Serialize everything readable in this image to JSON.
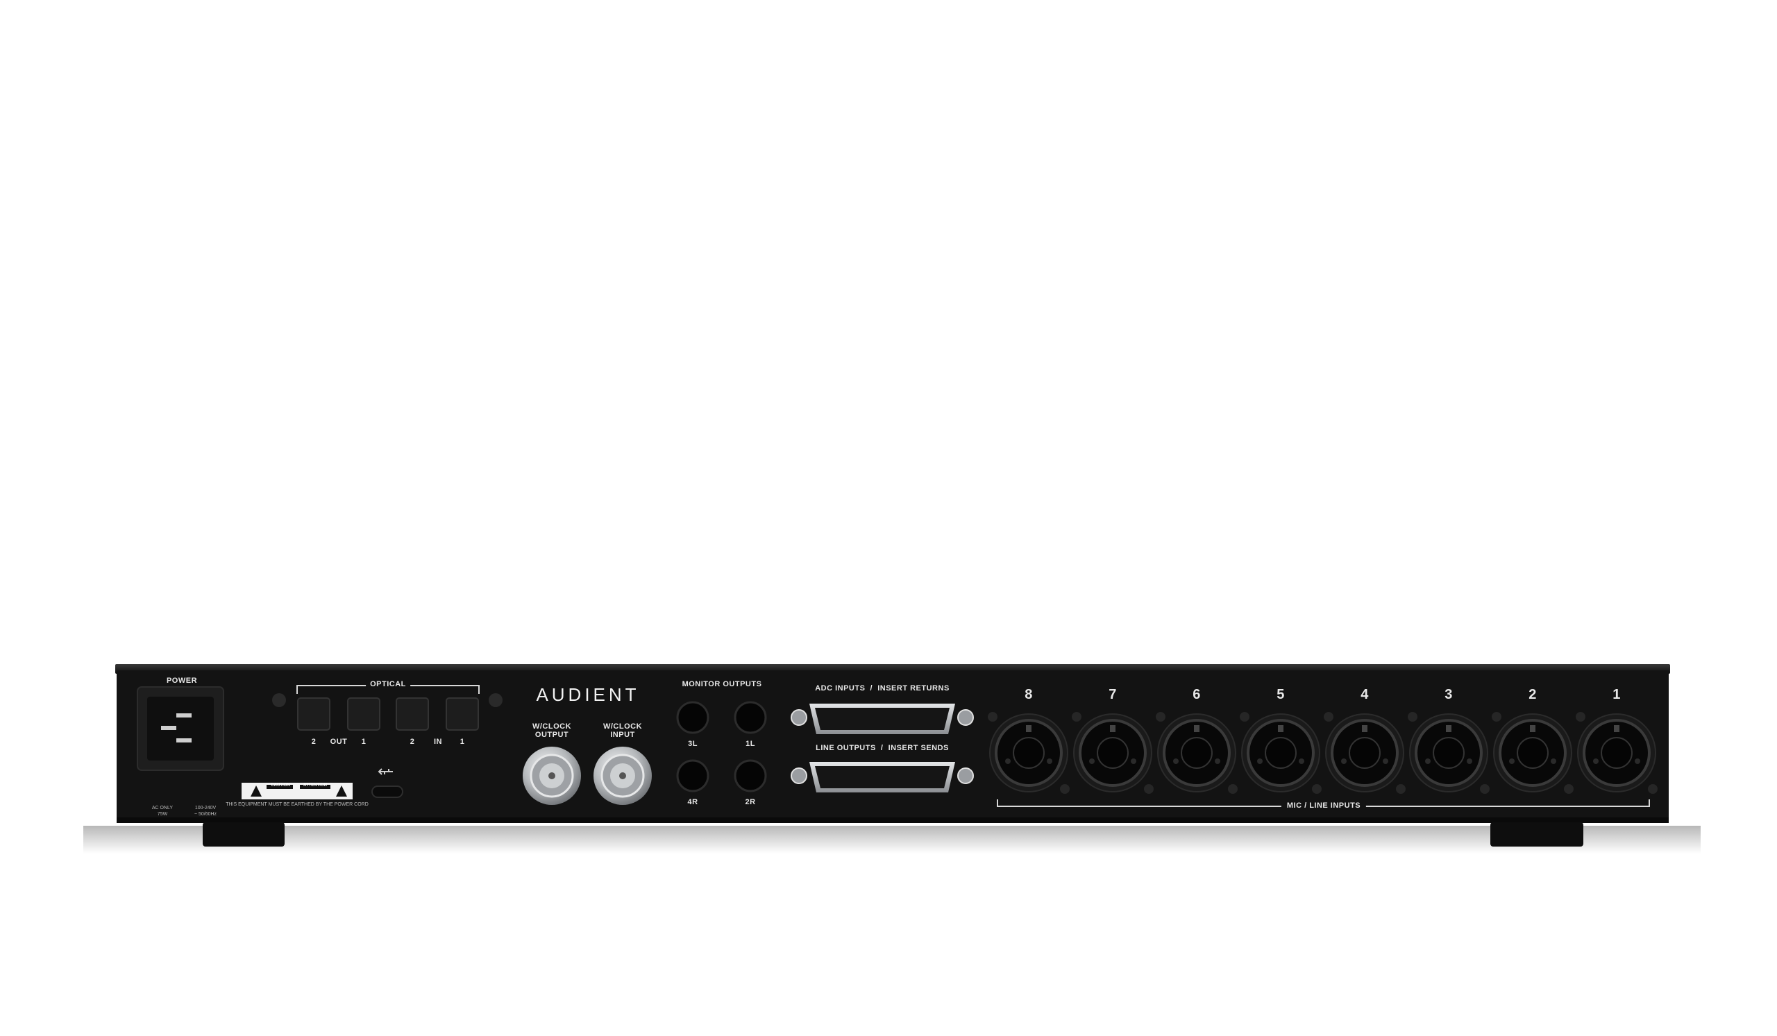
{
  "device": {
    "brand": "AUDIENT",
    "power": {
      "label": "POWER",
      "rating_left": "AC ONLY\n75W",
      "rating_right": "100-240V\n~ 50/60Hz"
    },
    "optical": {
      "label": "OPTICAL",
      "ports": [
        "2",
        "OUT",
        "1",
        "2",
        "IN",
        "1"
      ]
    },
    "warnings": {
      "caution": "CAUTION",
      "attention": "ATTENTION",
      "earth_notice": "THIS EQUIPMENT MUST BE EARTHED BY THE POWER CORD"
    },
    "wordclock": {
      "output": "W/CLOCK\nOUTPUT",
      "input": "W/CLOCK\nINPUT"
    },
    "monitor_outputs": {
      "label": "MONITOR OUTPUTS",
      "jacks": [
        "3L",
        "1L",
        "4R",
        "2R"
      ]
    },
    "dsub": {
      "top_label": "ADC INPUTS  /  INSERT RETURNS",
      "bottom_label": "LINE OUTPUTS  /  INSERT SENDS"
    },
    "mic_inputs": {
      "label": "MIC / LINE INPUTS",
      "channels": [
        "8",
        "7",
        "6",
        "5",
        "4",
        "3",
        "2",
        "1"
      ]
    }
  },
  "colors": {
    "chassis": "#111111",
    "panel": "#141414",
    "text": "#e8e8e8",
    "metal": "#b9bcbf",
    "background": "#ffffff"
  }
}
